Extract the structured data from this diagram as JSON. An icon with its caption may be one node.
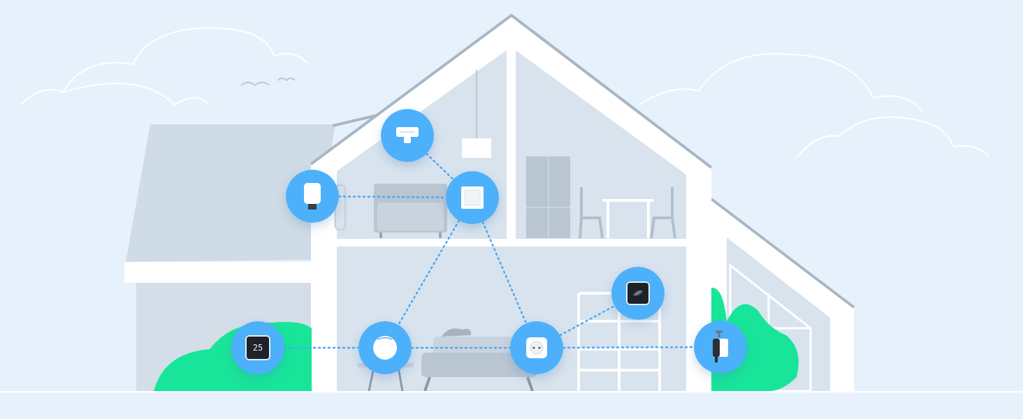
{
  "diagram": {
    "nodes": [
      {
        "text": [],
        "shape": "picture"
      },
      {
        "text": [],
        "shape": "picture"
      },
      {
        "text": [],
        "shape": "picture"
      },
      {
        "text": [
          "25"
        ]
      },
      {
        "text": [],
        "shape": "picture"
      },
      {
        "text": [],
        "shape": "picture"
      },
      {
        "text": [],
        "shape": "picture"
      },
      {
        "text": [],
        "shape": "picture"
      }
    ],
    "edges": [
      {
        "from": 0,
        "to": 2,
        "arrow": "none"
      },
      {
        "from": 1,
        "to": 2,
        "arrow": "none"
      },
      {
        "from": 2,
        "to": 4,
        "arrow": "none"
      },
      {
        "from": 2,
        "to": 5,
        "arrow": "none"
      },
      {
        "from": 3,
        "to": 4,
        "arrow": "none"
      },
      {
        "from": 4,
        "to": 5,
        "arrow": "none"
      },
      {
        "from": 5,
        "to": 6,
        "arrow": "none"
      },
      {
        "from": 5,
        "to": 7,
        "arrow": "none"
      }
    ]
  }
}
